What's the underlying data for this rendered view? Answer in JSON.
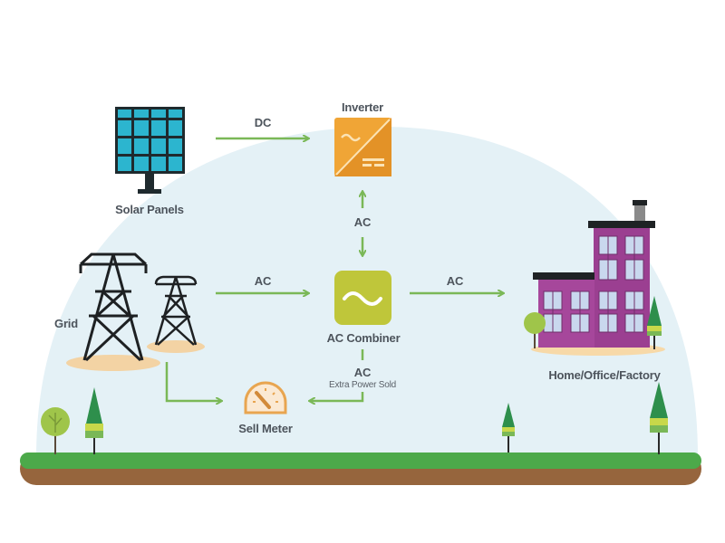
{
  "diagram": {
    "title": "Grid-tied solar power system",
    "colors": {
      "sky_dome": "#e4f1f6",
      "arrow": "#7ab857",
      "label": "#4d545c",
      "solar_panel_cell": "#2cb5cf",
      "solar_panel_frame": "#1f2a2e",
      "inverter": "#f0a536",
      "inverter_dark": "#e39227",
      "combiner": "#bfc63a",
      "meter": "#e8a550",
      "building": "#9b3f91",
      "building_window": "#c9d8ee",
      "roof": "#1f2325",
      "ground_grass": "#4ca94a",
      "ground_soil": "#96653d",
      "tree_light": "#9fc54a",
      "tree_dark": "#2e8f4c",
      "tower": "#1e2123",
      "tower_base": "#f3d3a4"
    },
    "nodes": {
      "solar_panels": {
        "label": "Solar Panels",
        "icon": "solar-panel-icon"
      },
      "inverter": {
        "label": "Inverter",
        "icon": "inverter-icon"
      },
      "grid": {
        "label": "Grid",
        "icon": "transmission-tower-icon"
      },
      "ac_combiner": {
        "label": "AC Combiner",
        "icon": "ac-wave-icon"
      },
      "sell_meter": {
        "label": "Sell Meter",
        "icon": "meter-gauge-icon"
      },
      "building": {
        "label": "Home/Office/Factory",
        "icon": "building-icon"
      }
    },
    "flows": {
      "solar_to_inverter": {
        "label": "DC"
      },
      "inverter_combiner": {
        "label": "AC"
      },
      "grid_to_combiner": {
        "label": "AC"
      },
      "combiner_to_building": {
        "label": "AC"
      },
      "combiner_to_meter": {
        "label": "AC",
        "sublabel": "Extra Power Sold"
      },
      "grid_to_meter": {
        "label": ""
      }
    }
  }
}
